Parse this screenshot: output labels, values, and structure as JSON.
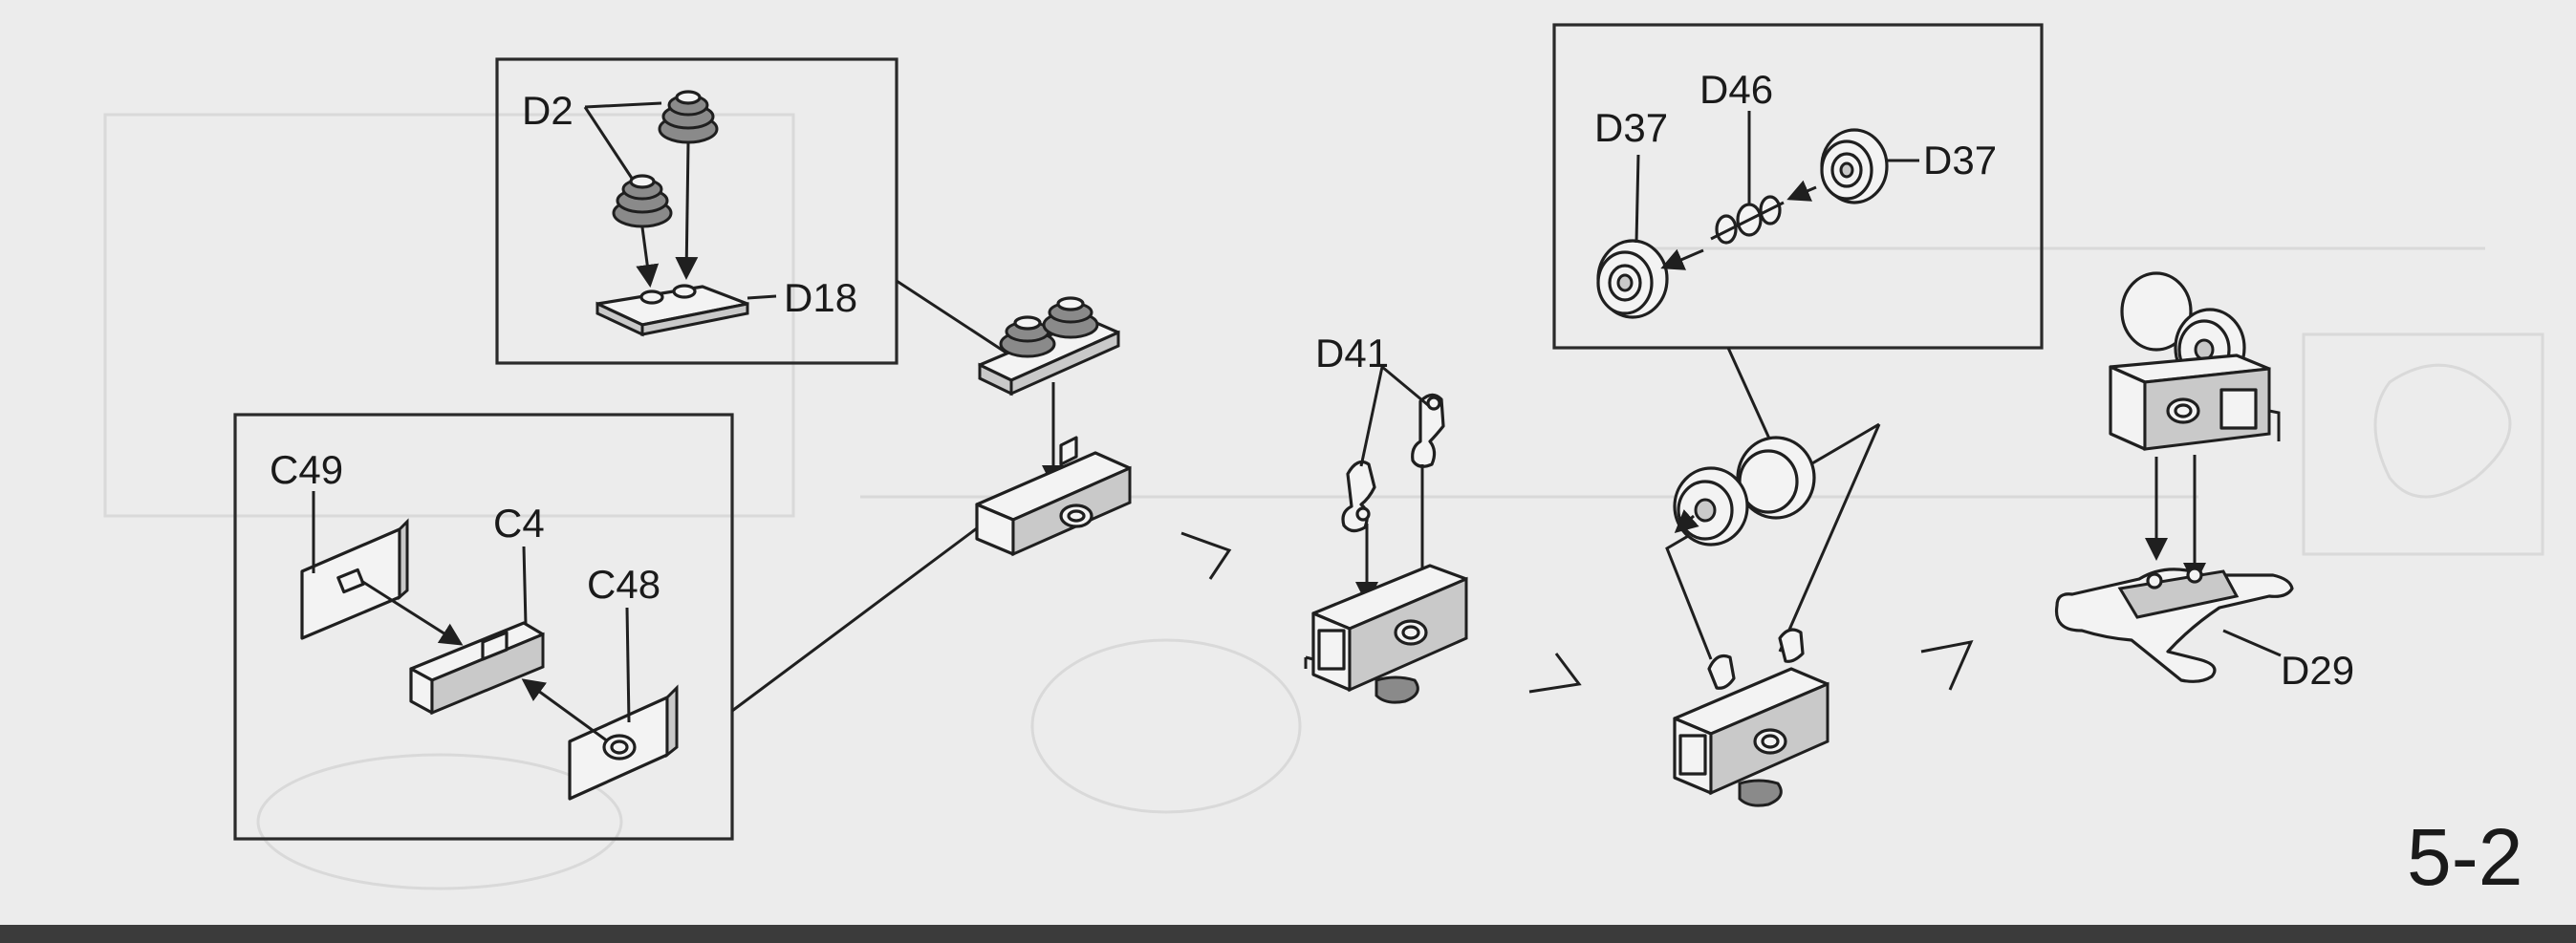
{
  "step": "5-2",
  "parts": {
    "d2": "D2",
    "d18": "D18",
    "c49": "C49",
    "c4": "C4",
    "c48": "C48",
    "d41": "D41",
    "d46": "D46",
    "d37_left": "D37",
    "d37_right": "D37",
    "d29": "D29"
  }
}
